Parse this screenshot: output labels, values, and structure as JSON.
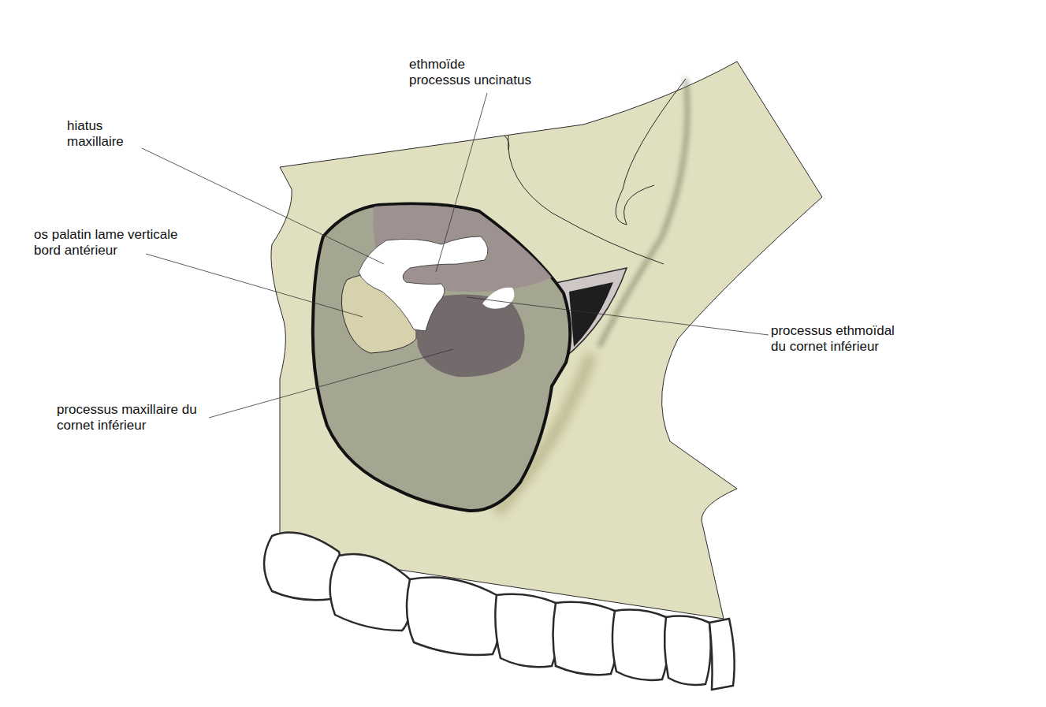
{
  "diagram": {
    "labels": [
      "ethmoïde processus uncinatus",
      "hiatus maxillaire",
      "os palatin lame verticale bord antérieur",
      "processus ethmoïdal du cornet inférieur",
      "processus maxillaire du cornet inférieur"
    ]
  }
}
